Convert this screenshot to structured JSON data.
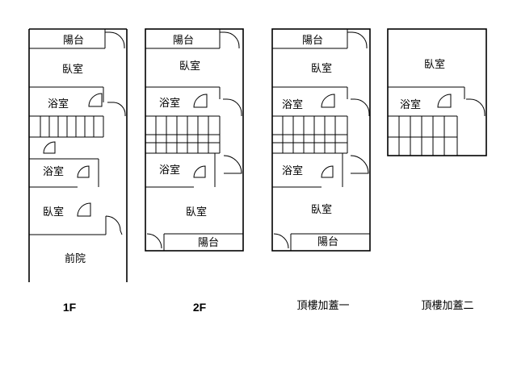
{
  "floors": [
    {
      "caption": "1F",
      "rooms": {
        "balcony_top": "陽台",
        "bedroom_top": "臥室",
        "bath_1": "浴室",
        "bath_2": "浴室",
        "bedroom_bottom": "臥室",
        "front_yard": "前院"
      }
    },
    {
      "caption": "2F",
      "rooms": {
        "balcony_top": "陽台",
        "bedroom_top": "臥室",
        "bath_1": "浴室",
        "bath_2": "浴室",
        "bedroom_bottom": "臥室",
        "balcony_bottom": "陽台"
      }
    },
    {
      "caption": "頂樓加蓋一",
      "rooms": {
        "balcony_top": "陽台",
        "bedroom_top": "臥室",
        "bath_1": "浴室",
        "bath_2": "浴室",
        "bedroom_bottom": "臥室",
        "balcony_bottom": "陽台"
      }
    },
    {
      "caption": "頂樓加蓋二",
      "rooms": {
        "bedroom": "臥室",
        "bath": "浴室"
      }
    }
  ]
}
